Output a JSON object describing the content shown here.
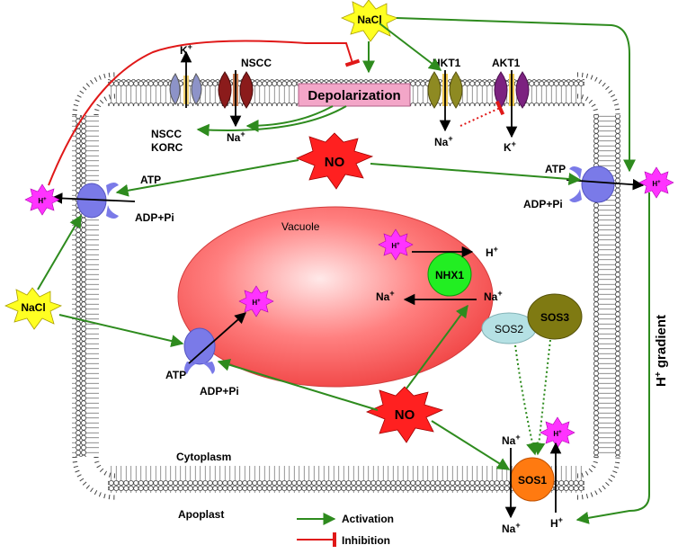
{
  "colors": {
    "activation": "#2e8b1e",
    "inhibition": "#e01818",
    "vacuole": "#ff6a6a",
    "membrane": "#555555",
    "pump": "#7a7ae8",
    "proton_star": "#ff33ff",
    "no_star": "#ff2020",
    "nacl_star": "#ffff22",
    "nhx1": "#22ee22",
    "sos1": "#ff7a10",
    "sos2": "#b5e1e4",
    "sos3": "#7f7a12",
    "depolarization": "#f3a6c8"
  },
  "labels": {
    "nacl": "NaCl",
    "no": "NO",
    "h": "H",
    "na": "Na",
    "k": "K",
    "plus": "+",
    "atp": "ATP",
    "adp_pi": "ADP+Pi",
    "nscc": "NSCC",
    "korc": "KORC",
    "hkt1": "HKT1",
    "akt1": "AKT1",
    "depolarization": "Depolarization",
    "vacuole": "Vacuole",
    "nhx1": "NHX1",
    "sos1": "SOS1",
    "sos2": "SOS2",
    "sos3": "SOS3",
    "h_gradient": "gradient",
    "cytoplasm": "Cytoplasm",
    "apoplast": "Apoplast"
  },
  "legend": {
    "activation": "Activation",
    "inhibition": "Inhibition"
  }
}
